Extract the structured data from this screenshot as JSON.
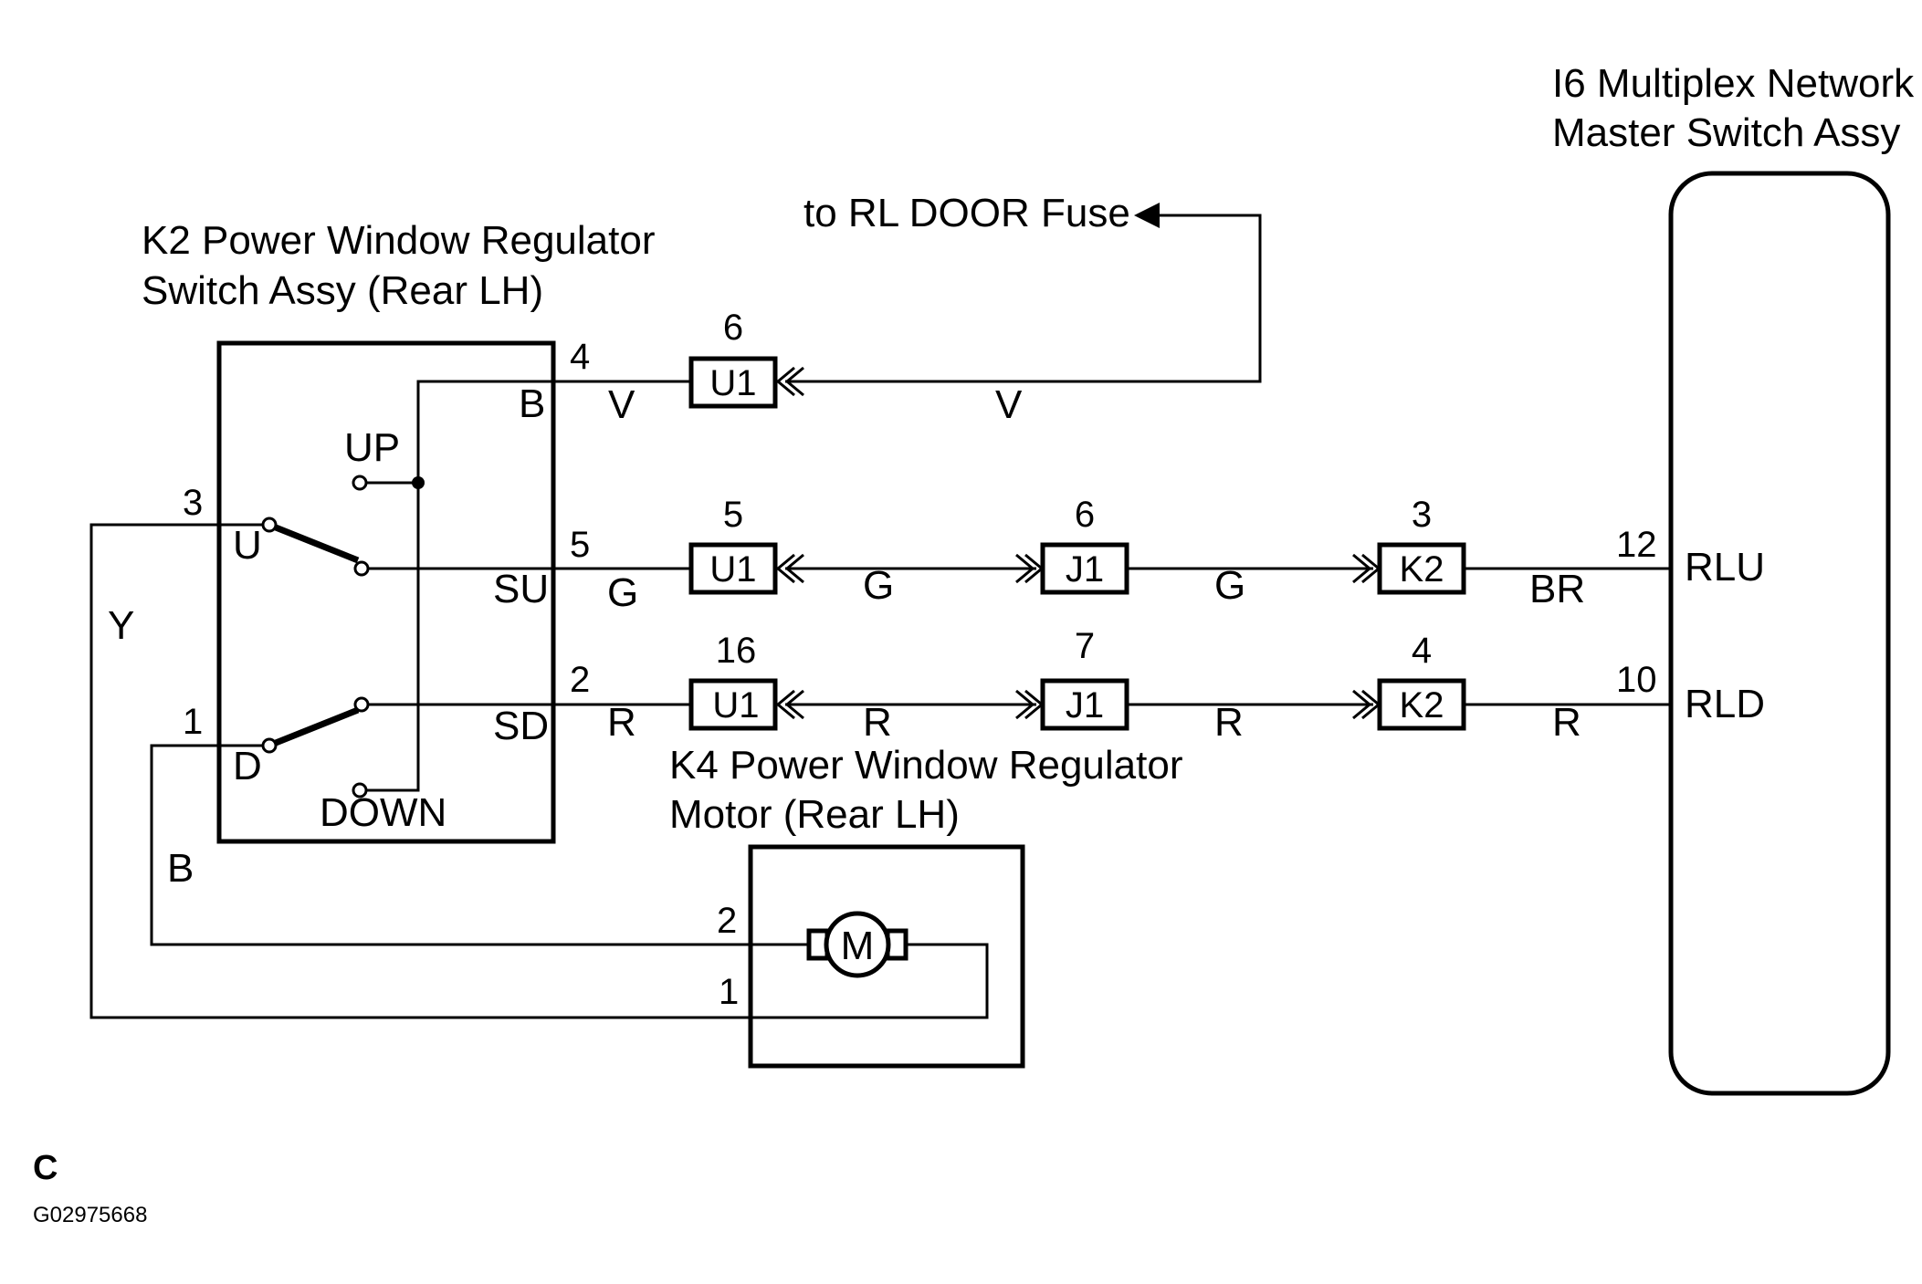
{
  "switch_assy": {
    "title_line1": "K2 Power Window Regulator",
    "title_line2": "Switch Assy (Rear LH)",
    "terminal_b": "B",
    "terminal_su": "SU",
    "terminal_sd": "SD",
    "pos_up": "UP",
    "pos_down": "DOWN",
    "contact_u": "U",
    "contact_d": "D",
    "pin_4": "4",
    "pin_5": "5",
    "pin_2": "2",
    "pin_3": "3",
    "pin_1": "1"
  },
  "master_switch": {
    "title_line1": "I6 Multiplex Network",
    "title_line2": "Master Switch Assy",
    "terminal_rlu": "RLU",
    "terminal_rld": "RLD",
    "pin_12": "12",
    "pin_10": "10"
  },
  "motor": {
    "title_line1": "K4 Power Window Regulator",
    "title_line2": "Motor (Rear LH)",
    "symbol": "M",
    "pin_2": "2",
    "pin_1": "1"
  },
  "fuse_ref": "to RL DOOR Fuse",
  "connectors": {
    "u1_top": {
      "name": "U1",
      "pin": "6"
    },
    "u1_mid": {
      "name": "U1",
      "pin": "5"
    },
    "u1_bot": {
      "name": "U1",
      "pin": "16"
    },
    "j1_mid": {
      "name": "J1",
      "pin": "6"
    },
    "j1_bot": {
      "name": "J1",
      "pin": "7"
    },
    "k2_mid": {
      "name": "K2",
      "pin": "3"
    },
    "k2_bot": {
      "name": "K2",
      "pin": "4"
    }
  },
  "wire_colors": {
    "v1": "V",
    "v2": "V",
    "g1": "G",
    "g2": "G",
    "g3": "G",
    "br": "BR",
    "r1": "R",
    "r2": "R",
    "r3": "R",
    "r4": "R",
    "y": "Y",
    "b": "B"
  },
  "footer": {
    "code": "C",
    "figure_id": "G02975668"
  }
}
